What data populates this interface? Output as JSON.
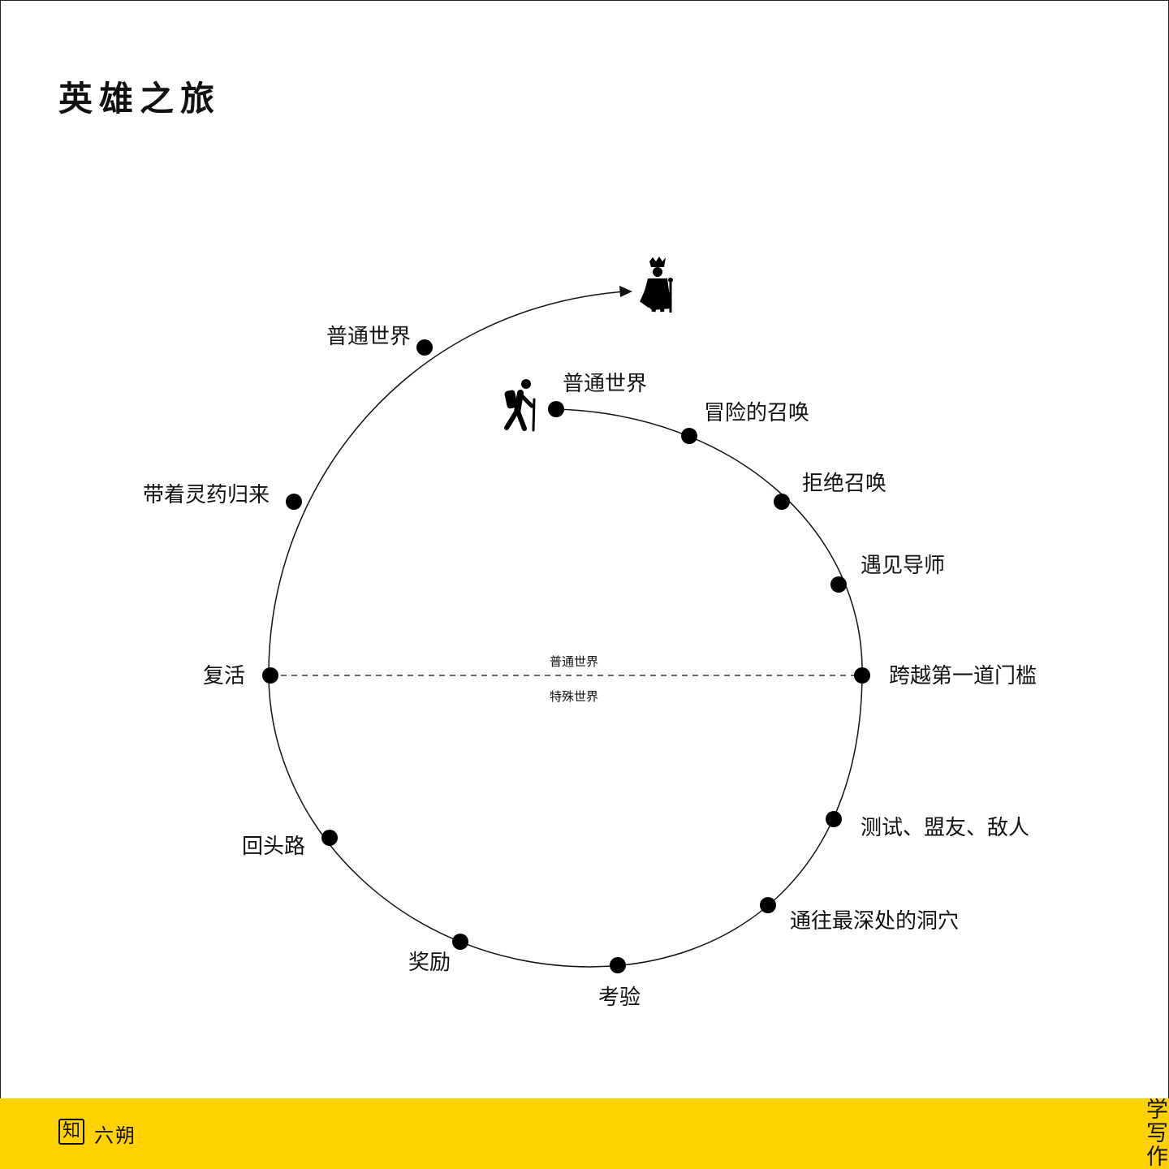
{
  "title": "英雄之旅",
  "world_labels": {
    "ordinary": "普通世界",
    "special": "特殊世界"
  },
  "stages": [
    {
      "label": "普通世界"
    },
    {
      "label": "冒险的召唤"
    },
    {
      "label": "拒绝召唤"
    },
    {
      "label": "遇见导师"
    },
    {
      "label": "跨越第一道门槛"
    },
    {
      "label": "测试、盟友、敌人"
    },
    {
      "label": "通往最深处的洞穴"
    },
    {
      "label": "考验"
    },
    {
      "label": "奖励"
    },
    {
      "label": "回头路"
    },
    {
      "label": "复活"
    },
    {
      "label": "带着灵药归来"
    },
    {
      "label": "普通世界"
    }
  ],
  "icons": {
    "start": "hiker-icon",
    "end": "king-icon"
  },
  "footer": {
    "badge": "知",
    "author": "六朔",
    "slogan": "学写作"
  },
  "colors": {
    "footer_background": "#ffd200",
    "line": "#111111"
  }
}
